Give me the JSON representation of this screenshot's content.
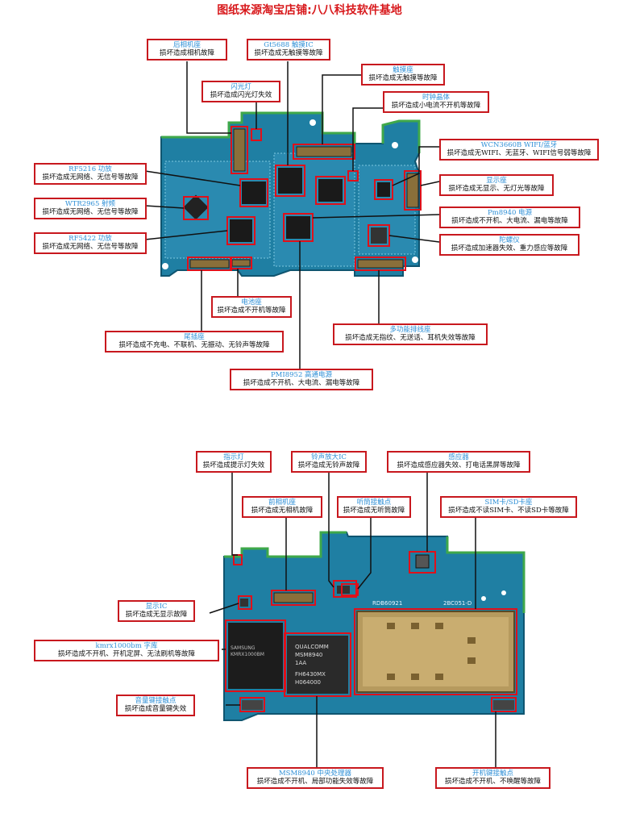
{
  "title": "图纸来源淘宝店铺:八八科技软件基地",
  "colors": {
    "label_border": "#c8181e",
    "label_name": "#2f8fd6",
    "pcb": "#1f7fa3",
    "title": "#d8191c"
  },
  "diagram1": {
    "labels": [
      {
        "id": "rear-camera",
        "name": "后相机座",
        "desc": "损坏造成相机故障"
      },
      {
        "id": "touch-ic",
        "name": "Gt5688    触摸IC",
        "desc": "损坏造成无触摸等故障"
      },
      {
        "id": "touch-conn",
        "name": "触摸座",
        "desc": "损坏造成无触摸等故障"
      },
      {
        "id": "flash",
        "name": "闪光灯",
        "desc": "损坏造成闪光灯失效"
      },
      {
        "id": "crystal",
        "name": "时钟晶体",
        "desc": "损坏造成小电流不开机等故障"
      },
      {
        "id": "wcn",
        "name": "WCN3660B    WIFI/蓝牙",
        "desc": "损坏造成无WIFI、无蓝牙、WIFI信号弱等故障"
      },
      {
        "id": "wtr",
        "name": "WTR2965    射频",
        "desc": "损坏造成无网络、无信号等故障"
      },
      {
        "id": "rf5216",
        "name": "RF5216    功放",
        "desc": "损坏造成无网络、无信号等故障"
      },
      {
        "id": "display-conn",
        "name": "显示座",
        "desc": "损坏造成无显示、无灯光等故障"
      },
      {
        "id": "pm8940",
        "name": "Pm8940    电源",
        "desc": "损坏造成不开机、大电流、漏电等故障"
      },
      {
        "id": "rf5422",
        "name": "RF5422    功放",
        "desc": "损坏造成无网络、无信号等故障"
      },
      {
        "id": "gyro",
        "name": "陀螺仪",
        "desc": "损坏造成加速器失效、重力感应等故障"
      },
      {
        "id": "battery",
        "name": "电池座",
        "desc": "损坏造成不开机等故障"
      },
      {
        "id": "tail",
        "name": "尾插座",
        "desc": "损坏造成不充电、不联机、无振动、无铃声等故障"
      },
      {
        "id": "multi",
        "name": "多功能排线座",
        "desc": "损坏造成无指纹、无送话、耳机失效等故障"
      },
      {
        "id": "pmi",
        "name": "PMI8952    高通电源",
        "desc": "损坏造成不开机、大电流、漏电等故障"
      }
    ]
  },
  "diagram2": {
    "labels": [
      {
        "id": "indicator",
        "name": "指示灯",
        "desc": "损坏造成提示灯失效"
      },
      {
        "id": "ringer",
        "name": "铃声放大IC",
        "desc": "损坏造成无铃声故障"
      },
      {
        "id": "sensor",
        "name": "感应器",
        "desc": "损坏造成感应器失效、打电话黑屏等故障"
      },
      {
        "id": "front-cam",
        "name": "前相机座",
        "desc": "损坏造成无相机故障"
      },
      {
        "id": "earpiece",
        "name": "听筒接触点",
        "desc": "损坏造成无听筒故障"
      },
      {
        "id": "sim",
        "name": "SIM卡/SD卡座",
        "desc": "损坏造成不读SIM卡、不读SD卡等故障"
      },
      {
        "id": "display-ic",
        "name": "显示IC",
        "desc": "损坏造成无显示故障"
      },
      {
        "id": "emmc",
        "name": "kmrx1000bm    字库",
        "desc": "损坏造成不开机、开机定屏、无法刷机等故障"
      },
      {
        "id": "volume",
        "name": "音量键接触点",
        "desc": "损坏造成音量键失效"
      },
      {
        "id": "cpu",
        "name": "MSM8940    中央处理器",
        "desc": "损坏造成不开机、局部功能失效等故障"
      },
      {
        "id": "power-key",
        "name": "开机键接触点",
        "desc": "损坏造成不开机、不唤醒等故障"
      }
    ],
    "chip_text": {
      "cpu": "QUALCOMM MSM8940 1AA FH6430MX H064000",
      "emmc": "SAMSUNG KMRX1000BM",
      "pcb_code": "RDB60921",
      "pcb_code2": "2BC051-D"
    }
  }
}
